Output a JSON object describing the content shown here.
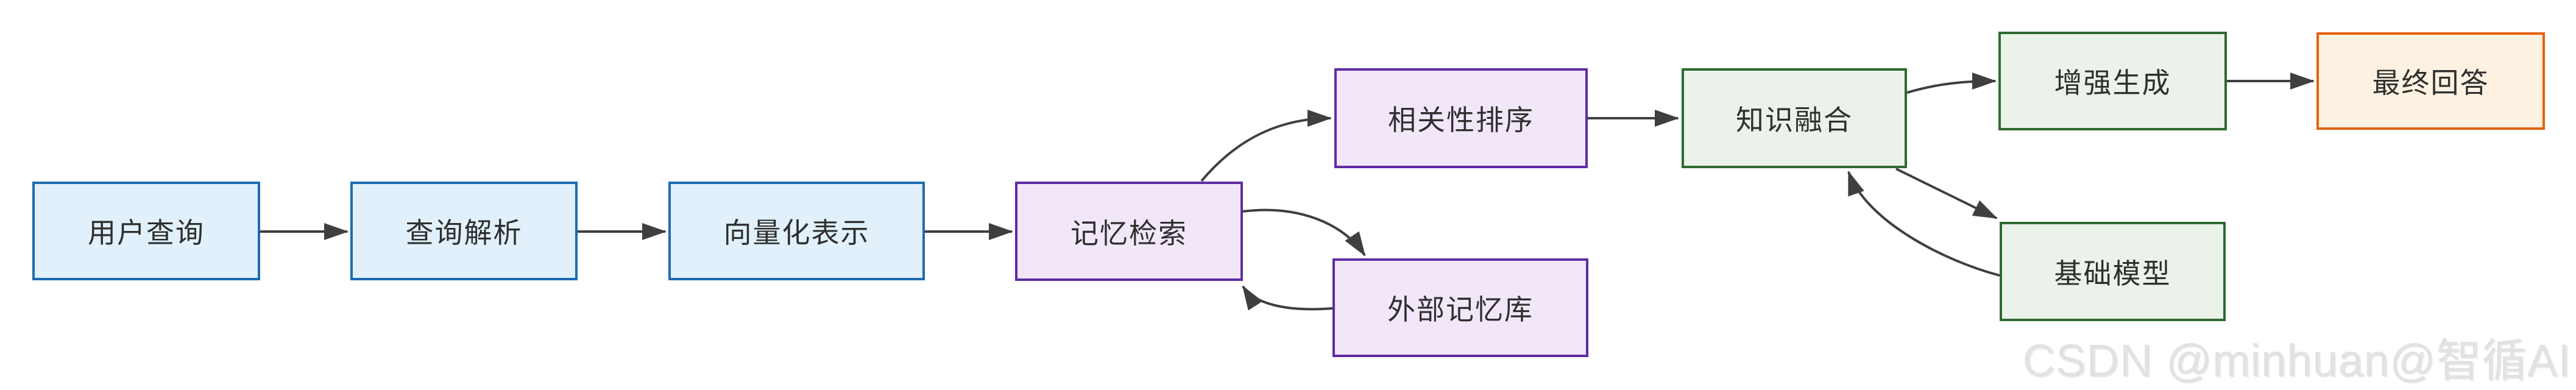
{
  "diagram": {
    "type": "flowchart",
    "palette": {
      "input_fill": "#e1f0fa",
      "input_border": "#1d6bb1",
      "memory_fill": "#f2e7f9",
      "memory_border": "#5e2ca5",
      "generation_fill": "#eaf2ea",
      "generation_border": "#2e6b2f",
      "output_fill": "#fdf1e2",
      "output_border": "#e5610d",
      "connector": "#3f3f3f",
      "text": "#2f2f2f",
      "watermark_text": "#e2e2e2"
    },
    "nodes": [
      {
        "id": "user-query",
        "label": "用户查询",
        "category": "input"
      },
      {
        "id": "query-parse",
        "label": "查询解析",
        "category": "input"
      },
      {
        "id": "vectorize",
        "label": "向量化表示",
        "category": "input"
      },
      {
        "id": "memory-retrieval",
        "label": "记忆检索",
        "category": "memory"
      },
      {
        "id": "relevance-ranking",
        "label": "相关性排序",
        "category": "memory"
      },
      {
        "id": "external-memory",
        "label": "外部记忆库",
        "category": "memory"
      },
      {
        "id": "knowledge-fusion",
        "label": "知识融合",
        "category": "generation"
      },
      {
        "id": "augmented-generation",
        "label": "增强生成",
        "category": "generation"
      },
      {
        "id": "base-model",
        "label": "基础模型",
        "category": "generation"
      },
      {
        "id": "final-answer",
        "label": "最终回答",
        "category": "output"
      }
    ],
    "edges": [
      {
        "from": "user-query",
        "to": "query-parse",
        "shape": "straight"
      },
      {
        "from": "query-parse",
        "to": "vectorize",
        "shape": "straight"
      },
      {
        "from": "vectorize",
        "to": "memory-retrieval",
        "shape": "straight"
      },
      {
        "from": "memory-retrieval",
        "to": "relevance-ranking",
        "shape": "curved"
      },
      {
        "from": "relevance-ranking",
        "to": "knowledge-fusion",
        "shape": "straight"
      },
      {
        "from": "memory-retrieval",
        "to": "external-memory",
        "shape": "curved"
      },
      {
        "from": "external-memory",
        "to": "memory-retrieval",
        "shape": "curved"
      },
      {
        "from": "knowledge-fusion",
        "to": "augmented-generation",
        "shape": "curved"
      },
      {
        "from": "knowledge-fusion",
        "to": "base-model",
        "shape": "straight"
      },
      {
        "from": "base-model",
        "to": "knowledge-fusion",
        "shape": "curved"
      },
      {
        "from": "augmented-generation",
        "to": "final-answer",
        "shape": "straight"
      }
    ],
    "watermark": "CSDN @minhuan@智循AI"
  }
}
